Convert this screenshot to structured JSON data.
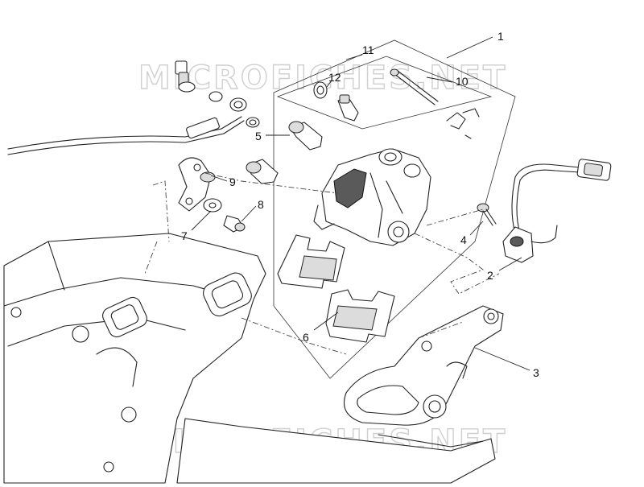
{
  "watermark": "MICROFICHES.NET",
  "callouts": [
    {
      "id": "1",
      "label": "1"
    },
    {
      "id": "2",
      "label": "2"
    },
    {
      "id": "3",
      "label": "3"
    },
    {
      "id": "4",
      "label": "4"
    },
    {
      "id": "5",
      "label": "5"
    },
    {
      "id": "6",
      "label": "6"
    },
    {
      "id": "7",
      "label": "7"
    },
    {
      "id": "8",
      "label": "8"
    },
    {
      "id": "9",
      "label": "9"
    },
    {
      "id": "10",
      "label": "10"
    },
    {
      "id": "11",
      "label": "11"
    },
    {
      "id": "12",
      "label": "12"
    }
  ]
}
